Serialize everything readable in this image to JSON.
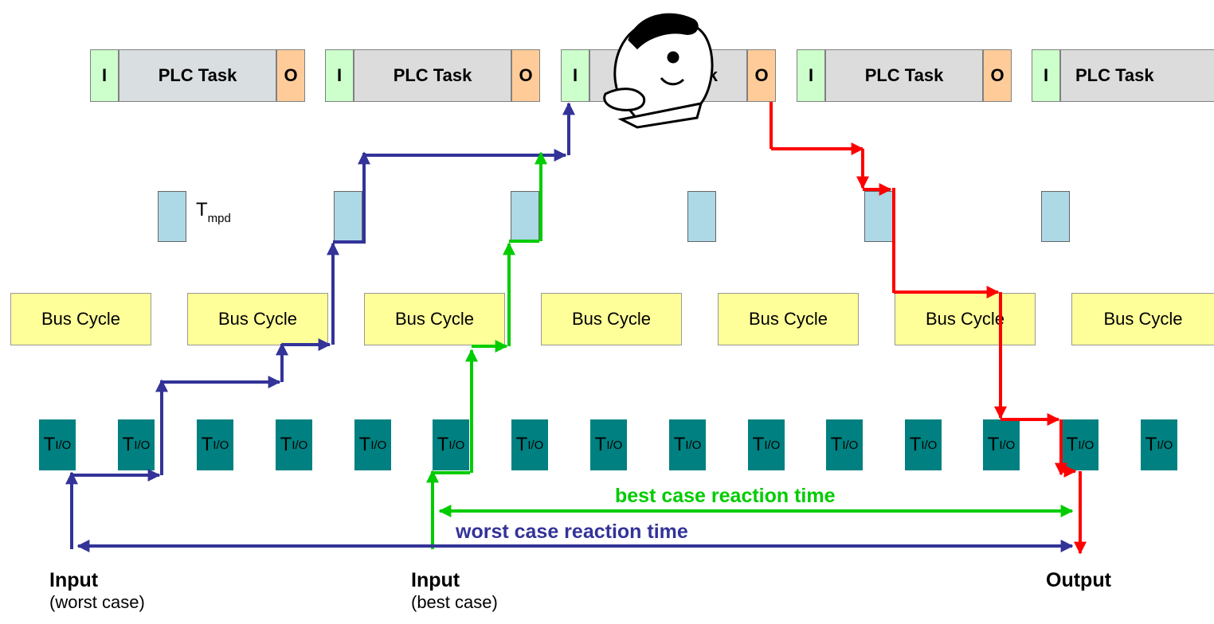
{
  "plc": {
    "i_label": "I",
    "o_label": "O",
    "task_label": "PLC Task",
    "task_label_partial": "k"
  },
  "mpd": {
    "t": "T",
    "sub": "mpd"
  },
  "bus": {
    "label": "Bus Cycle",
    "label_split_a": "Bus Cyc",
    "label_split_b": "le"
  },
  "tio": {
    "t": "T",
    "sub": "I/O"
  },
  "labels": {
    "best": "best case reaction time",
    "worst": "worst case reaction time"
  },
  "footer": {
    "input_worst_title": "Input",
    "input_worst_sub": "(worst case)",
    "input_best_title": "Input",
    "input_best_sub": "(best case)",
    "output_title": "Output"
  },
  "colors": {
    "worst": "#333399",
    "best": "#00cc00",
    "output": "#ff0000",
    "io_block": "#008080",
    "bus": "#ffff99",
    "mpd": "#add8e6",
    "input_block": "#ccffcc",
    "output_block": "#ffcc99"
  },
  "icons": [
    "thinking-man-cartoon"
  ]
}
